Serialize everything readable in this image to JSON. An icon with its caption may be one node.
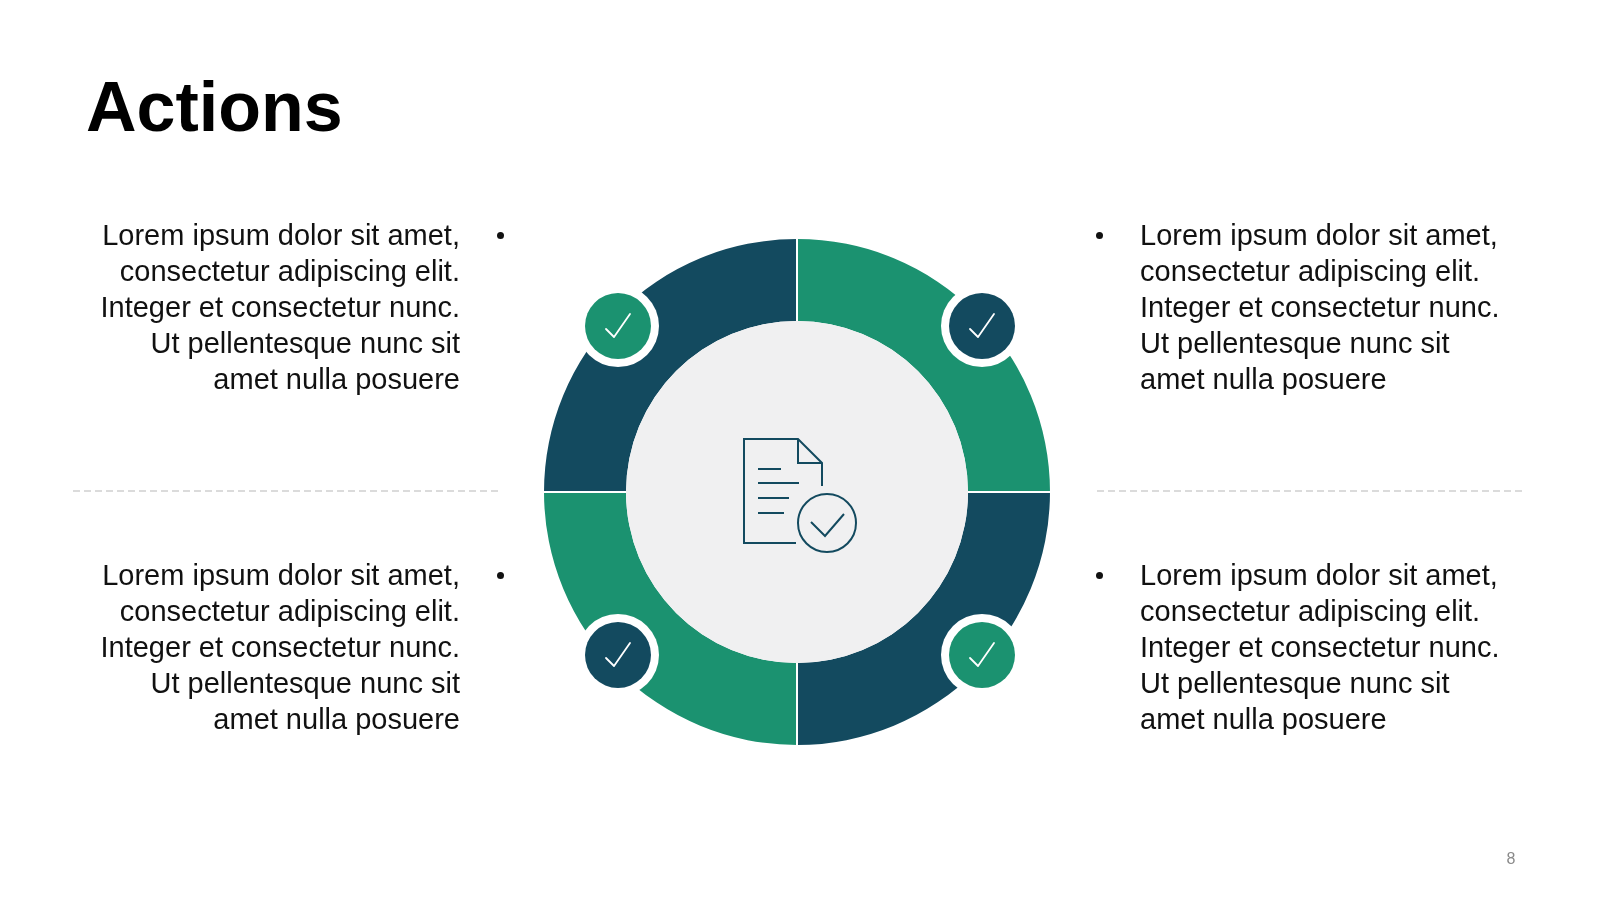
{
  "diagram": {
    "title": "Actions",
    "labels": [
      "Lorem ipsum dolor sit amet, consectetur adipiscing elit. Integer et consectetur nunc. Ut pellentesque nunc sit amet nulla posuere",
      "Lorem ipsum dolor sit amet, consectetur adipiscing elit. Integer et consectetur nunc. Ut pellentesque nunc sit amet nulla posuere",
      "Lorem ipsum dolor sit amet, consectetur adipiscing elit. Integer et consectetur nunc. Ut pellentesque nunc sit amet nulla posuere",
      "Lorem ipsum dolor sit amet, consectetur adipiscing elit. Integer et consectetur nunc. Ut pellentesque nunc sit amet nulla posuere",
      "8"
    ]
  }
}
